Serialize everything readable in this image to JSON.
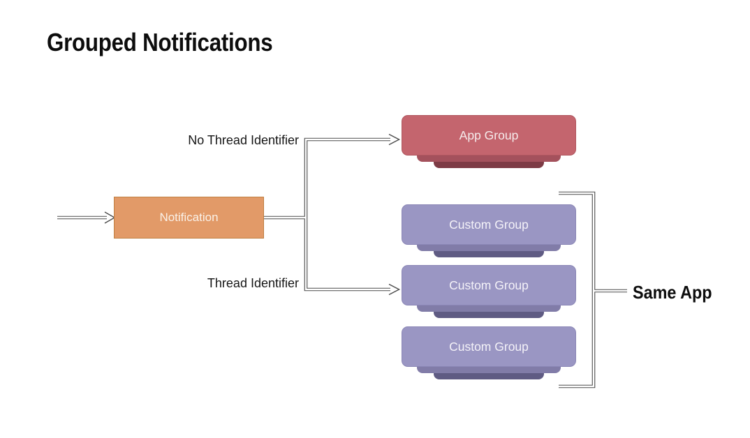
{
  "title": {
    "text": "Grouped Notifications",
    "color": "#0D0D0D"
  },
  "nodes": {
    "notification": {
      "label": "Notification",
      "fill": "#E29A68",
      "border": "#C07F42",
      "text_color": "#FAF1E8"
    },
    "app_group": {
      "label": "App Group",
      "fill": "#C4656E",
      "border": "#B0575F",
      "stack_mid": "#A4515C",
      "stack_back": "#7D3B45",
      "text_color": "#F6ECEC"
    },
    "custom_groups": [
      {
        "label": "Custom Group"
      },
      {
        "label": "Custom Group"
      },
      {
        "label": "Custom Group"
      }
    ],
    "custom_group_style": {
      "fill": "#9A96C3",
      "border": "#8B87B6",
      "stack_mid": "#817CA8",
      "stack_back": "#5F5B83",
      "text_color": "#F4F2F8"
    }
  },
  "edge_labels": {
    "no_thread": "No Thread Identifier",
    "thread": "Thread Identifier",
    "color": "#141414"
  },
  "bracket": {
    "label": "Same App",
    "color": "#0D0D0D"
  },
  "connectors": {
    "color": "#4A4A4A",
    "core": "#FFFFFF"
  }
}
